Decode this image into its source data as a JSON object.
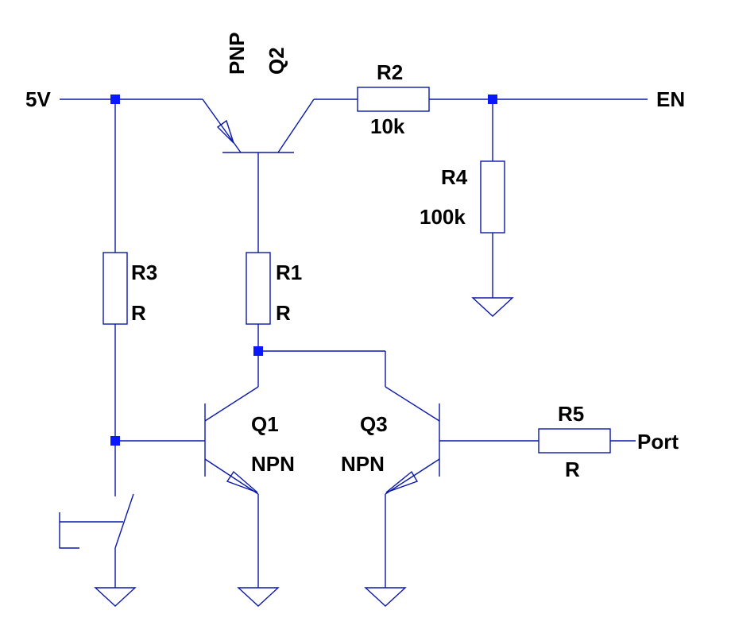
{
  "nets": {
    "supply": "5V",
    "enable": "EN",
    "port": "Port"
  },
  "components": {
    "q2": {
      "ref": "Q2",
      "type": "PNP"
    },
    "q1": {
      "ref": "Q1",
      "type": "NPN"
    },
    "q3": {
      "ref": "Q3",
      "type": "NPN"
    },
    "r1": {
      "ref": "R1",
      "value": "R"
    },
    "r2": {
      "ref": "R2",
      "value": "10k"
    },
    "r3": {
      "ref": "R3",
      "value": "R"
    },
    "r4": {
      "ref": "R4",
      "value": "100k"
    },
    "r5": {
      "ref": "R5",
      "value": "R"
    }
  }
}
